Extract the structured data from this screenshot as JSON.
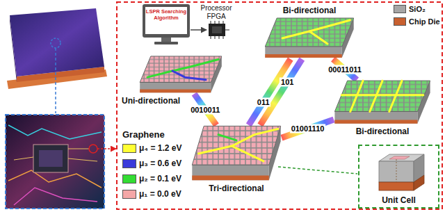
{
  "diagram": {
    "nodes": [
      {
        "text": [
          "Uni-directional"
        ]
      },
      {
        "text": [
          "Bi-directional"
        ]
      },
      {
        "text": [
          "Bi-directional"
        ]
      },
      {
        "text": [
          "Tri-directional"
        ]
      },
      {
        "text": [
          "Unit Cell"
        ]
      }
    ],
    "edges": [
      {
        "from": 3,
        "to": 0,
        "label": "0010011",
        "arrow": "none"
      },
      {
        "from": 3,
        "to": 1,
        "label": "101",
        "arrow": "none"
      },
      {
        "from": 1,
        "to": 3,
        "label": "011",
        "arrow": "none"
      },
      {
        "from": 3,
        "to": 2,
        "label": "01001110",
        "arrow": "none"
      },
      {
        "from": 1,
        "to": 2,
        "label": "00011011",
        "arrow": "none"
      }
    ],
    "labels": [
      "LSPR Searching Algorithm",
      "Processor FPGA",
      "Graphene"
    ],
    "legend": [
      {
        "text": "SiO₂",
        "color": "#a6a6a6"
      },
      {
        "text": "Chip Die",
        "color": "#c8602f"
      },
      {
        "text": "μ₄ = 1.2 eV",
        "color": "#ffff33"
      },
      {
        "text": "μ₃ = 0.6 eV",
        "color": "#3a3adb"
      },
      {
        "text": "μ₂ = 0.1 eV",
        "color": "#33dd33"
      },
      {
        "text": "μ₁ = 0.0 eV",
        "color": "#f4a7a7"
      }
    ]
  }
}
